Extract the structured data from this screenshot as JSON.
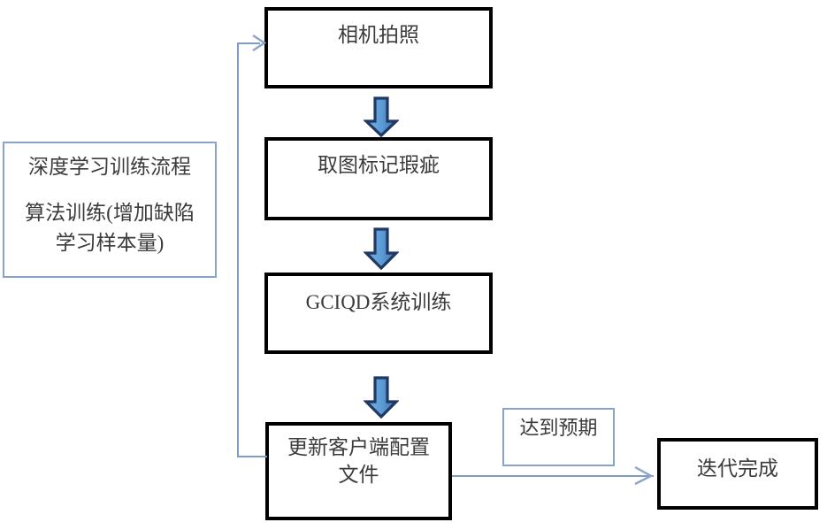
{
  "diagram": {
    "title_note": {
      "line1": "深度学习训练流程",
      "line2": "算法训练(增加缺陷",
      "line3": "学习样本量)"
    },
    "nodes": [
      {
        "id": "camera-capture",
        "label": "相机拍照",
        "shape": "process",
        "border": "#000000"
      },
      {
        "id": "mark-defects",
        "label": "取图标记瑕疵",
        "shape": "process",
        "border": "#000000"
      },
      {
        "id": "gciqd-training",
        "label": "GCIQD系统训练",
        "shape": "process",
        "border": "#000000"
      },
      {
        "id": "update-client-cfg",
        "label": "更新客户端配置\n文件",
        "shape": "process",
        "border": "#000000"
      },
      {
        "id": "iteration-done",
        "label": "迭代完成",
        "shape": "process",
        "border": "#000000"
      }
    ],
    "edge_labels": [
      {
        "id": "meets-expectation",
        "label": "达到预期",
        "border": "#8aa3c8"
      }
    ],
    "arrows": [
      {
        "id": "arrow-capture-to-mark",
        "from": "camera-capture",
        "to": "mark-defects",
        "style": "block",
        "direction": "down"
      },
      {
        "id": "arrow-mark-to-gciqd",
        "from": "mark-defects",
        "to": "gciqd-training",
        "style": "block",
        "direction": "down"
      },
      {
        "id": "arrow-gciqd-to-update",
        "from": "gciqd-training",
        "to": "update-client-cfg",
        "style": "block",
        "direction": "down"
      },
      {
        "id": "arrow-update-to-done",
        "from": "update-client-cfg",
        "to": "iteration-done",
        "style": "line",
        "direction": "right",
        "label": "达到预期"
      },
      {
        "id": "arrow-feedback-loop",
        "from": "update-client-cfg",
        "to": "camera-capture",
        "style": "line",
        "direction": "up-left-loop"
      }
    ],
    "colors": {
      "box_border": "#000000",
      "note_border": "#8aa3c8",
      "connector": "#7e9cc4",
      "arrow_fill": "#5b9bd5",
      "arrow_outline": "#1f3864",
      "text": "#3b3b3b",
      "background": "#ffffff"
    }
  }
}
